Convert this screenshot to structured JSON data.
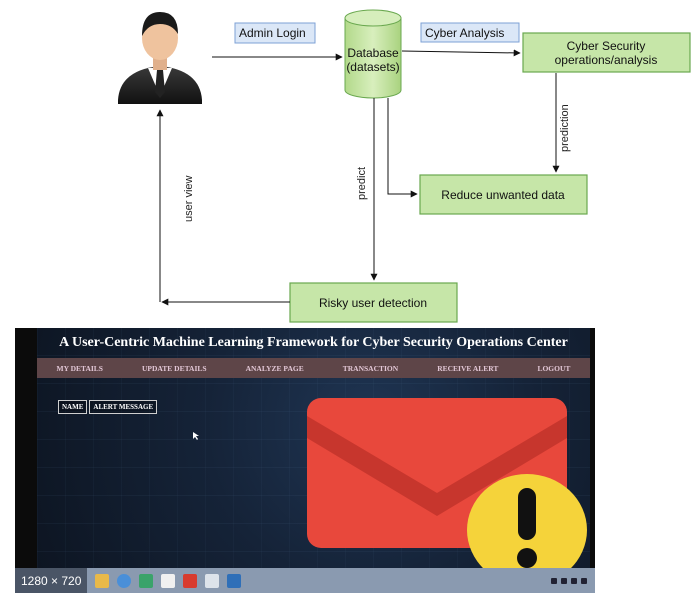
{
  "diagram": {
    "nodes": {
      "admin_login": "Admin Login",
      "cyber_analysis": "Cyber Analysis",
      "database_line1": "Database",
      "database_line2": "(datasets)",
      "cyber_ops_line1": "Cyber Security",
      "cyber_ops_line2": "operations/analysis",
      "reduce": "Reduce unwanted data",
      "risky": "Risky user detection"
    },
    "edges": {
      "prediction": "prediction",
      "predict": "predict",
      "user_view": "user view"
    },
    "colors": {
      "process_fill": "#c6e6a8",
      "process_border": "#6aa84f",
      "label_fill": "#dbe7f7",
      "label_border": "#7ea1d6",
      "db_fill": "#c9e6a6",
      "db_border": "#6aa84f"
    }
  },
  "app": {
    "title": "A User-Centric Machine Learning Framework for Cyber Security Operations Center",
    "nav": [
      "MY DETAILS",
      "UPDATE DETAILS",
      "ANALYZE PAGE",
      "TRANSACTION",
      "RECEIVE ALERT",
      "LOGOUT"
    ],
    "table_headers": [
      "NAME",
      "ALERT MESSAGE"
    ],
    "resolution": "1280 × 720",
    "colors": {
      "nav_bg": "#5e4548",
      "envelope": "#e8483c",
      "warning": "#f5d33a"
    }
  }
}
